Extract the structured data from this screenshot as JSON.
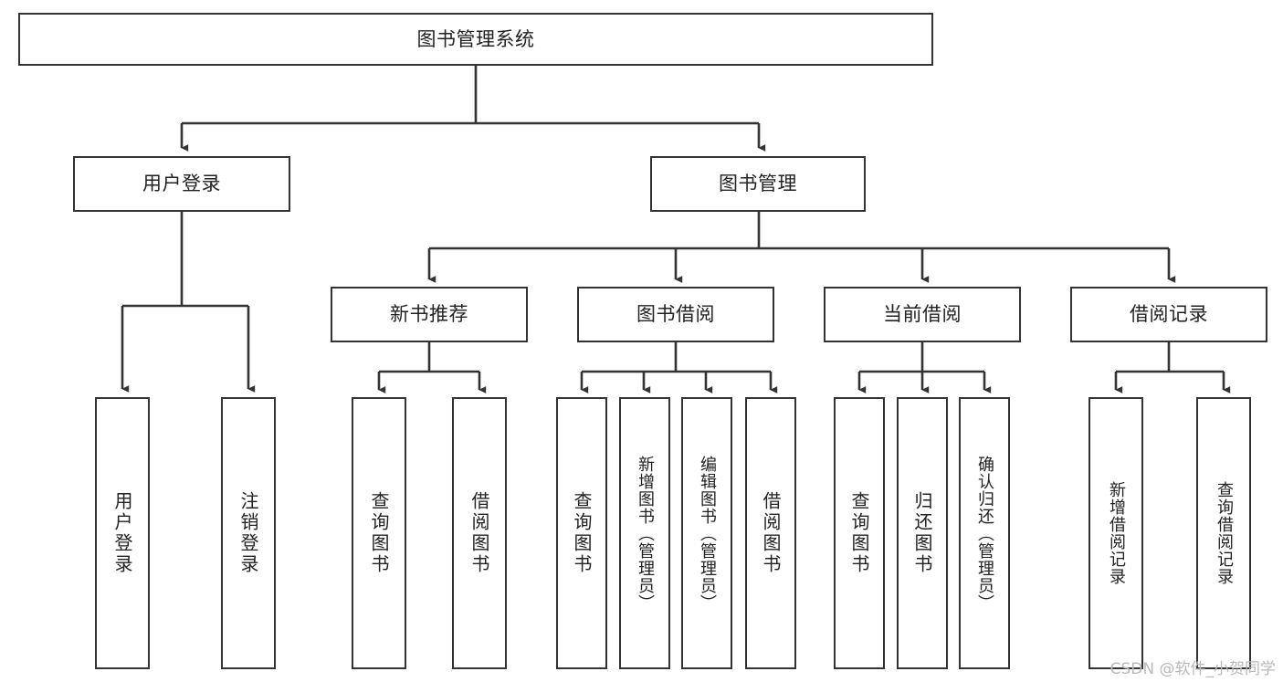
{
  "diagram": {
    "title": "图书管理系统",
    "watermark": "CSDN @软件_小贺同学",
    "nodes": {
      "root": "图书管理系统",
      "user_login": "用户登录",
      "book_manage": "图书管理",
      "new_book_rec": "新书推荐",
      "book_borrow": "图书借阅",
      "current_borrow": "当前借阅",
      "borrow_record": "借阅记录",
      "leaf_user_login": "用户登录",
      "leaf_logout": "注销登录",
      "leaf_query_book_1": "查询图书",
      "leaf_borrow_book_1": "借阅图书",
      "leaf_query_book_2": "查询图书",
      "leaf_add_book_admin": "新增图书（管理员）",
      "leaf_edit_book_admin": "编辑图书（管理员）",
      "leaf_borrow_book_2": "借阅图书",
      "leaf_query_book_3": "查询图书",
      "leaf_return_book": "归还图书",
      "leaf_confirm_return_admin": "确认归还（管理员）",
      "leaf_add_record": "新增借阅记录",
      "leaf_query_record": "查询借阅记录"
    },
    "colors": {
      "stroke": "#333333",
      "fill": "#ffffff",
      "text": "#222222",
      "watermark": "#b9b9b9"
    }
  }
}
